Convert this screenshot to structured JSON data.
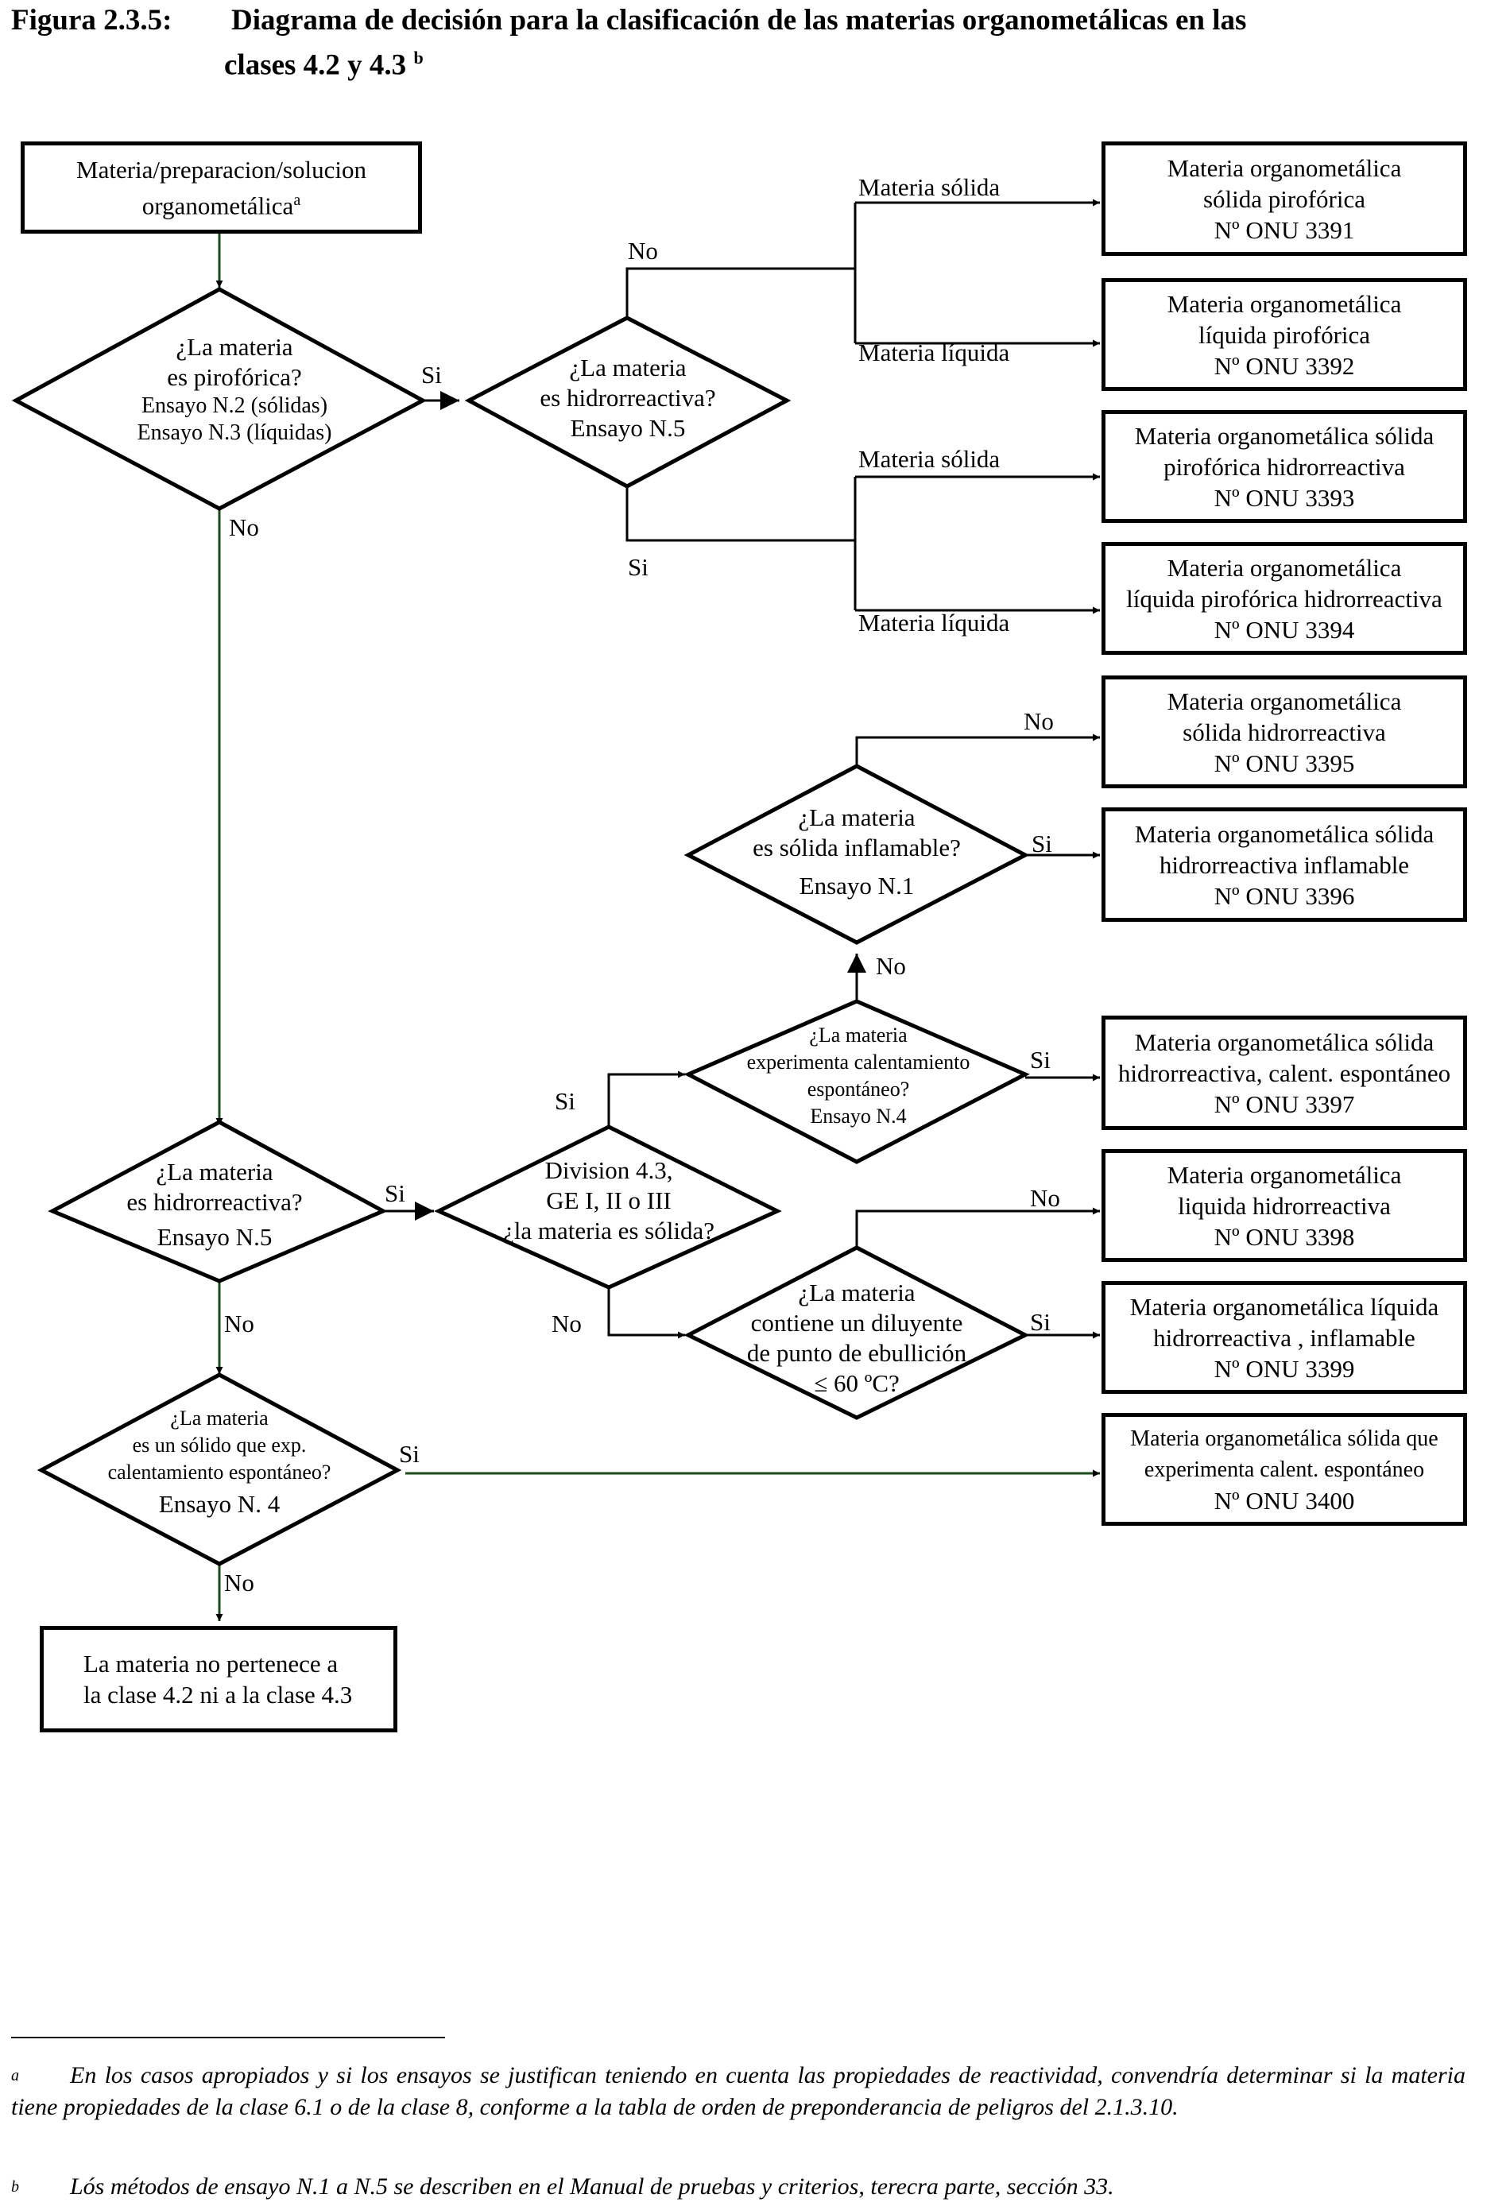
{
  "figure": {
    "number": "Figura 2.3.5:",
    "title_line1": "Diagrama de decisión para la clasificación de las materias organometálicas en las",
    "title_line2": "clases 4.2 y 4.3",
    "title_note": "b"
  },
  "start": {
    "line1": "Materia/preparacion/solucion",
    "line2": "organometálica",
    "note": "a"
  },
  "decisions": {
    "pyrophoric": {
      "line1": "¿La materia",
      "line2": "es pirofórica?",
      "line3": "Ensayo N.2 (sólidas)",
      "line4": "Ensayo N.3 (líquidas)"
    },
    "water_reactive_a": {
      "line1": "¿La materia",
      "line2": "es  hidrorreactiva?",
      "line3": "Ensayo N.5"
    },
    "flammable_solid": {
      "line1": "¿La materia",
      "line2": "es sólida inflamable?",
      "line3": "Ensayo  N.1"
    },
    "self_heating_a": {
      "line1": "¿La materia",
      "line2": "experimenta calentamiento",
      "line3": "espontáneo?",
      "line4": "Ensayo N.4"
    },
    "water_reactive_b": {
      "line1": "¿La materia",
      "line2": "es hidrorreactiva?",
      "line3": "Ensayo N.5"
    },
    "division": {
      "line1": "Division 4.3,",
      "line2": "GE I, II o III",
      "line3": "¿la materia es sólida?"
    },
    "diluent": {
      "line1": "¿La materia",
      "line2": "contiene un diluyente",
      "line3": "de punto de ebullición",
      "line4": "≤ 60 ºC?"
    },
    "self_heating_solid": {
      "line1": "¿La materia",
      "line2": "es un sólido que exp.",
      "line3": "calentamiento espontáneo?",
      "line4": "Ensayo N. 4"
    }
  },
  "outcomes": [
    {
      "line1": "Materia organometálica",
      "line2": "sólida pirofórica",
      "line3": "Nº ONU 3391"
    },
    {
      "line1": "Materia organometálica",
      "line2": "líquida pirofórica",
      "line3": "Nº ONU 3392"
    },
    {
      "line1": "Materia organometálica sólida",
      "line2": "pirofórica hidrorreactiva",
      "line3": "Nº ONU 3393"
    },
    {
      "line1": "Materia organometálica",
      "line2": "líquida pirofórica hidrorreactiva",
      "line3": "Nº ONU 3394"
    },
    {
      "line1": "Materia organometálica",
      "line2": "sólida hidrorreactiva",
      "line3": "Nº ONU 3395"
    },
    {
      "line1": "Materia organometálica sólida",
      "line2": "hidrorreactiva inflamable",
      "line3": "Nº ONU 3396"
    },
    {
      "line1": "Materia organometálica sólida",
      "line2": "hidrorreactiva, calent. espontáneo",
      "line3": "Nº ONU 3397"
    },
    {
      "line1": "Materia organometálica",
      "line2": " liquida  hidrorreactiva",
      "line3": "Nº ONU  3398"
    },
    {
      "line1": "Materia organometálica líquida",
      "line2": "hidrorreactiva , inflamable",
      "line3": "Nº ONU  3399"
    },
    {
      "line1": "Materia organometálica sólida que",
      "line2": "experimenta calent. espontáneo",
      "line3": "Nº ONU  3400"
    }
  ],
  "final_box": {
    "line1": "La materia no pertenece a",
    "line2": "la clase 4.2  ni a la clase 4.3"
  },
  "labels": {
    "yes": "Si",
    "no": "No",
    "solid": "Materia sólida",
    "liquid": "Materia líquida"
  },
  "footnotes": [
    {
      "mark": "a",
      "text": "En los casos apropiados y si los ensayos se justifican teniendo en cuenta las propiedades de reactividad, convendría determinar si la materia tiene propiedades de la clase 6.1 o de la clase 8, conforme a la tabla de orden de preponderancia de peligros del 2.1.3.10."
    },
    {
      "mark": "b",
      "text": "Lós métodos de ensayo N.1 a N.5 se describen en el Manual de pruebas y criterios, terecra parte, sección 33."
    }
  ],
  "colors": {
    "main_flow_line": "#1f4a1f",
    "line": "#000000"
  }
}
